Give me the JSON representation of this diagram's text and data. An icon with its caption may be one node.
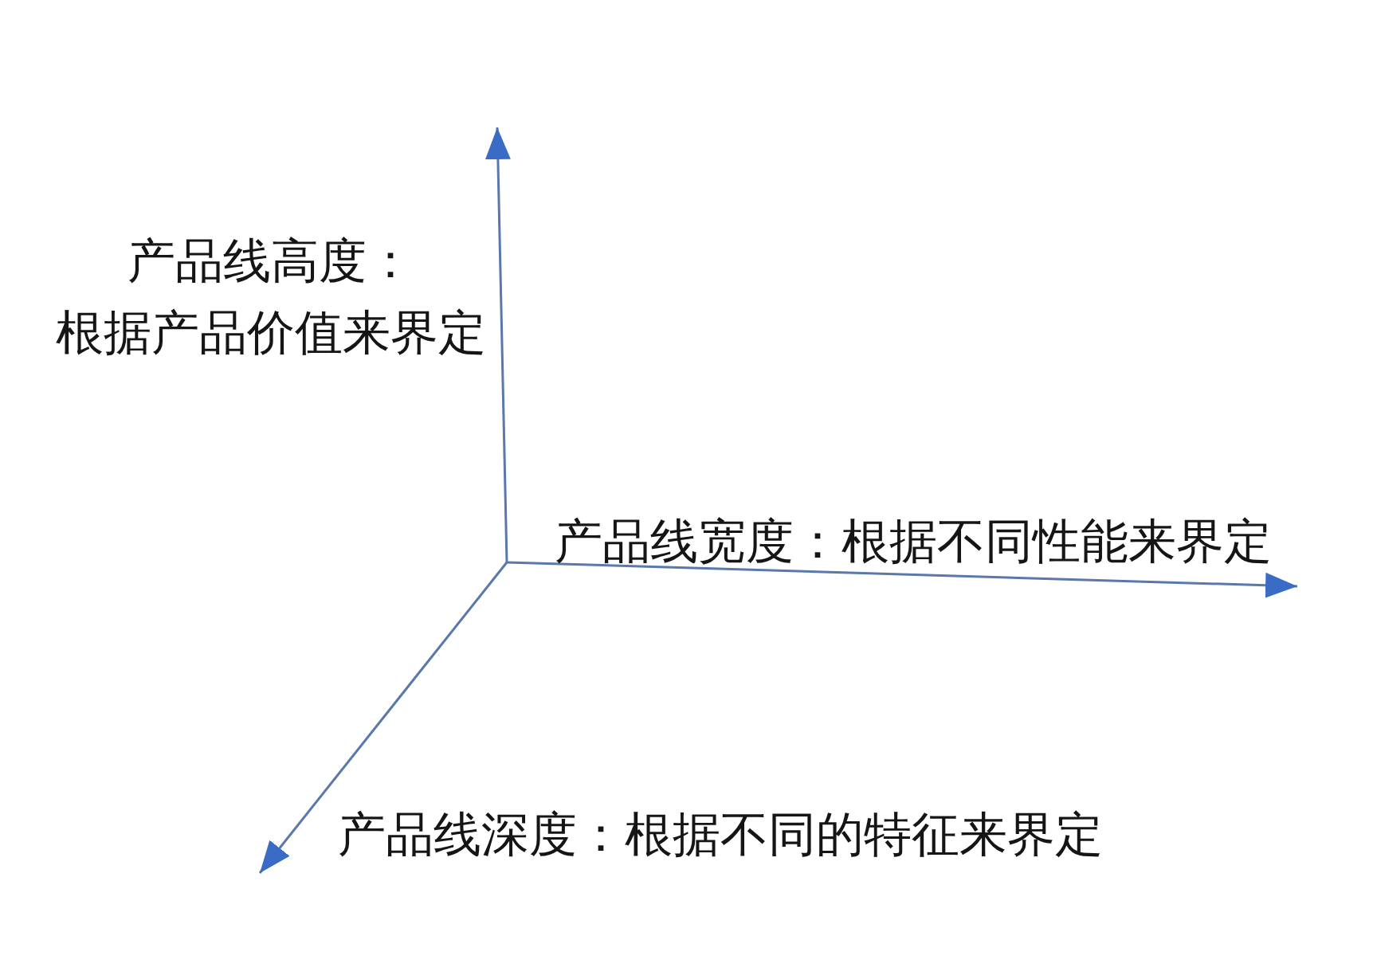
{
  "diagram": {
    "labels": [
      "产品线高度：根据产品价值来界定",
      "产品线宽度：根据不同性能来界定",
      "产品线深度：根据不同的特征来界定"
    ]
  }
}
